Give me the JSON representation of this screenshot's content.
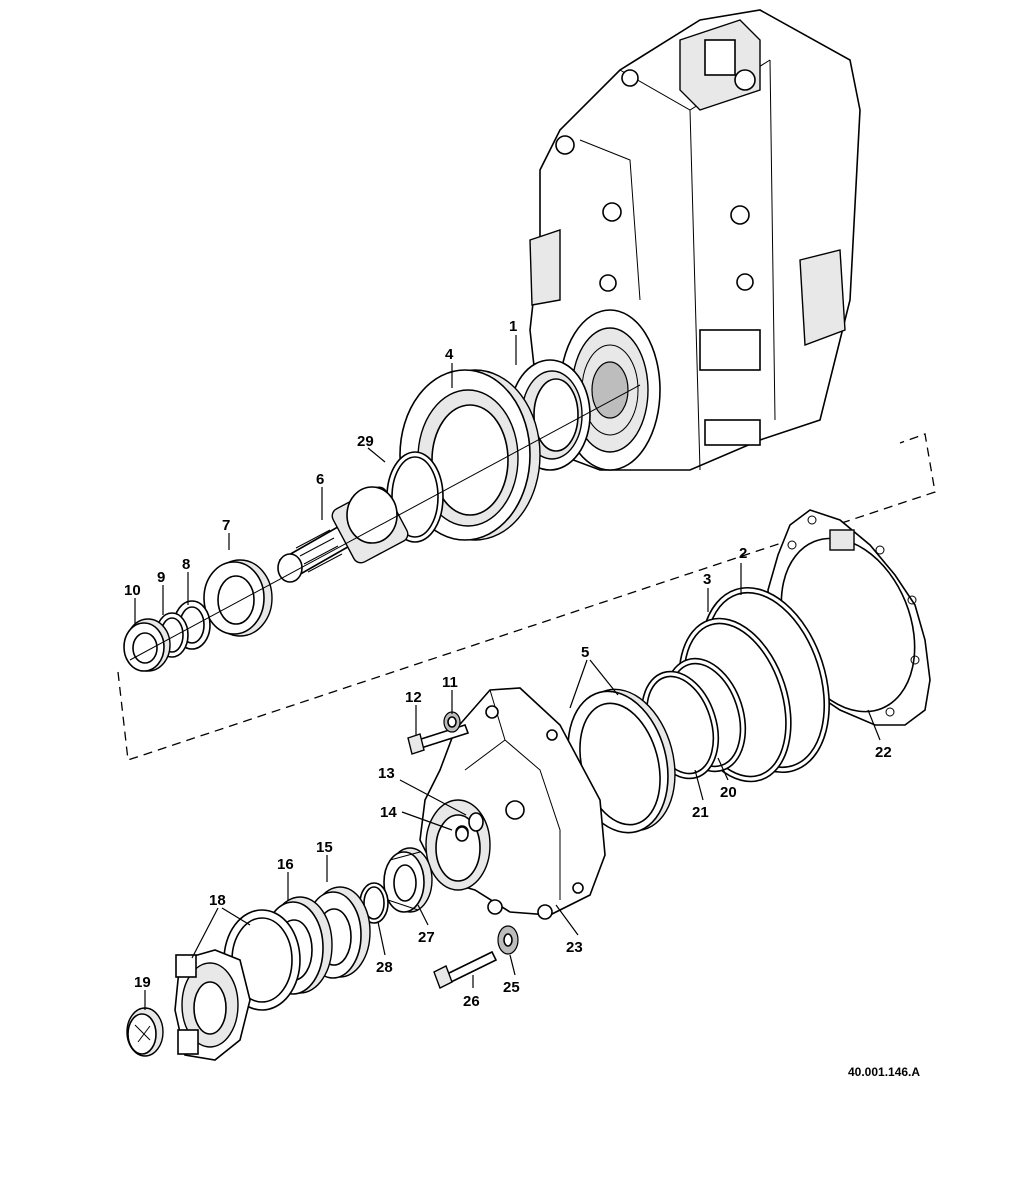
{
  "diagram": {
    "reference": "40.001.146.A",
    "callouts": {
      "c1": "1",
      "c2": "2",
      "c3": "3",
      "c4": "4",
      "c5": "5",
      "c6": "6",
      "c7": "7",
      "c8": "8",
      "c9": "9",
      "c10": "10",
      "c11": "11",
      "c12": "12",
      "c13": "13",
      "c14": "14",
      "c15": "15",
      "c16": "16",
      "c18": "18",
      "c19": "19",
      "c20": "20",
      "c21": "21",
      "c22": "22",
      "c23": "23",
      "c25": "25",
      "c26": "26",
      "c27": "27",
      "c28": "28",
      "c29": "29"
    }
  }
}
